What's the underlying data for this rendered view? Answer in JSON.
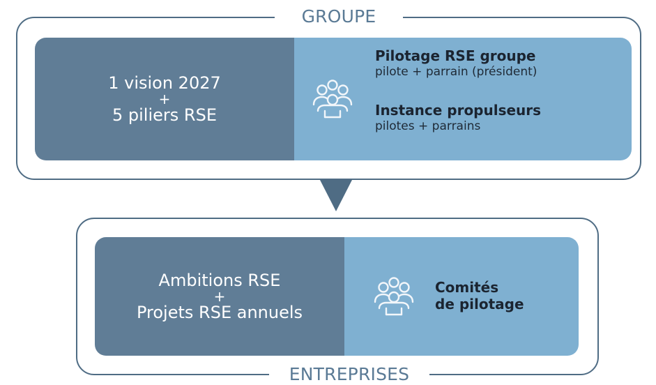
{
  "top": {
    "label": "GROUPE",
    "left_line1": "1 vision 2027",
    "left_plus": "+",
    "left_line2": "5 piliers RSE",
    "item1_title": "Pilotage RSE groupe",
    "item1_sub": "pilote + parrain (président)",
    "item2_title": "Instance propulseurs",
    "item2_sub": "pilotes + parrains",
    "icon": "people-group-icon"
  },
  "bottom": {
    "label": "ENTREPRISES",
    "left_line1": "Ambitions RSE",
    "left_plus": "+",
    "left_line2": "Projets RSE annuels",
    "title_line1": "Comités",
    "title_line2": "de pilotage",
    "icon": "people-group-icon"
  },
  "colors": {
    "frame": "#4f6c84",
    "dark_panel": "#607d96",
    "light_panel": "#7fb0d1",
    "label_text": "#5a7a95"
  }
}
